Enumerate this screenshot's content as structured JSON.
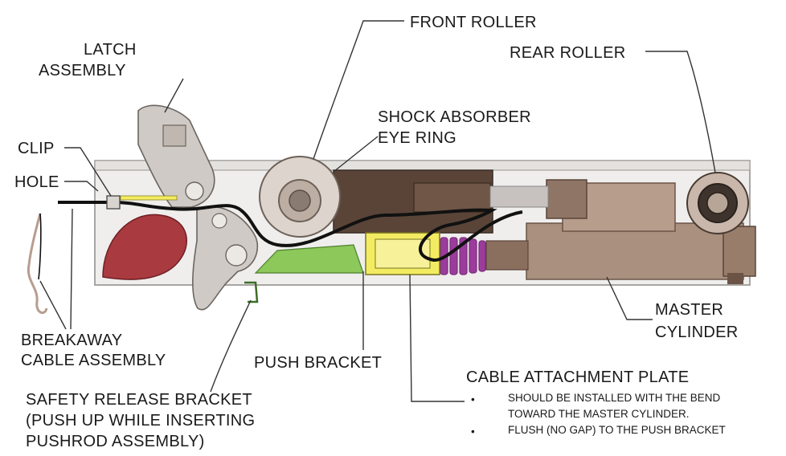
{
  "labels": {
    "latch_line1": "LATCH",
    "latch_line2": "ASSEMBLY",
    "front_roller": "FRONT ROLLER",
    "rear_roller": "REAR ROLLER",
    "shock_line1": "SHOCK ABSORBER",
    "shock_line2": "EYE RING",
    "clip": "CLIP",
    "hole": "HOLE",
    "breakaway_line1": "BREAKAWAY",
    "breakaway_line2": "CABLE ASSEMBLY",
    "push_bracket": "PUSH BRACKET",
    "master_line1": "MASTER",
    "master_line2": "CYLINDER",
    "safety_line1": "SAFETY RELEASE BRACKET",
    "safety_line2": "(PUSH UP WHILE INSERTING",
    "safety_line3": "PUSHROD ASSEMBLY)",
    "cable_plate_title": "CABLE ATTACHMENT PLATE",
    "bullet": "•",
    "note1_line1": "SHOULD BE INSTALLED WITH THE BEND",
    "note1_line2": "TOWARD THE MASTER CYLINDER.",
    "note2": "FLUSH (NO GAP) TO THE PUSH BRACKET"
  },
  "colors": {
    "housing": "#efeeed",
    "latch": "#cfcac6",
    "dark_brown": "#5a4438",
    "master_cylinder": "#a9907f",
    "red_ball": "#a83a40",
    "yellow_plate": "#f3ec62",
    "purple_spring": "#9b3c9c",
    "green_bracket": "#8cc85a",
    "cable": "#111111"
  }
}
